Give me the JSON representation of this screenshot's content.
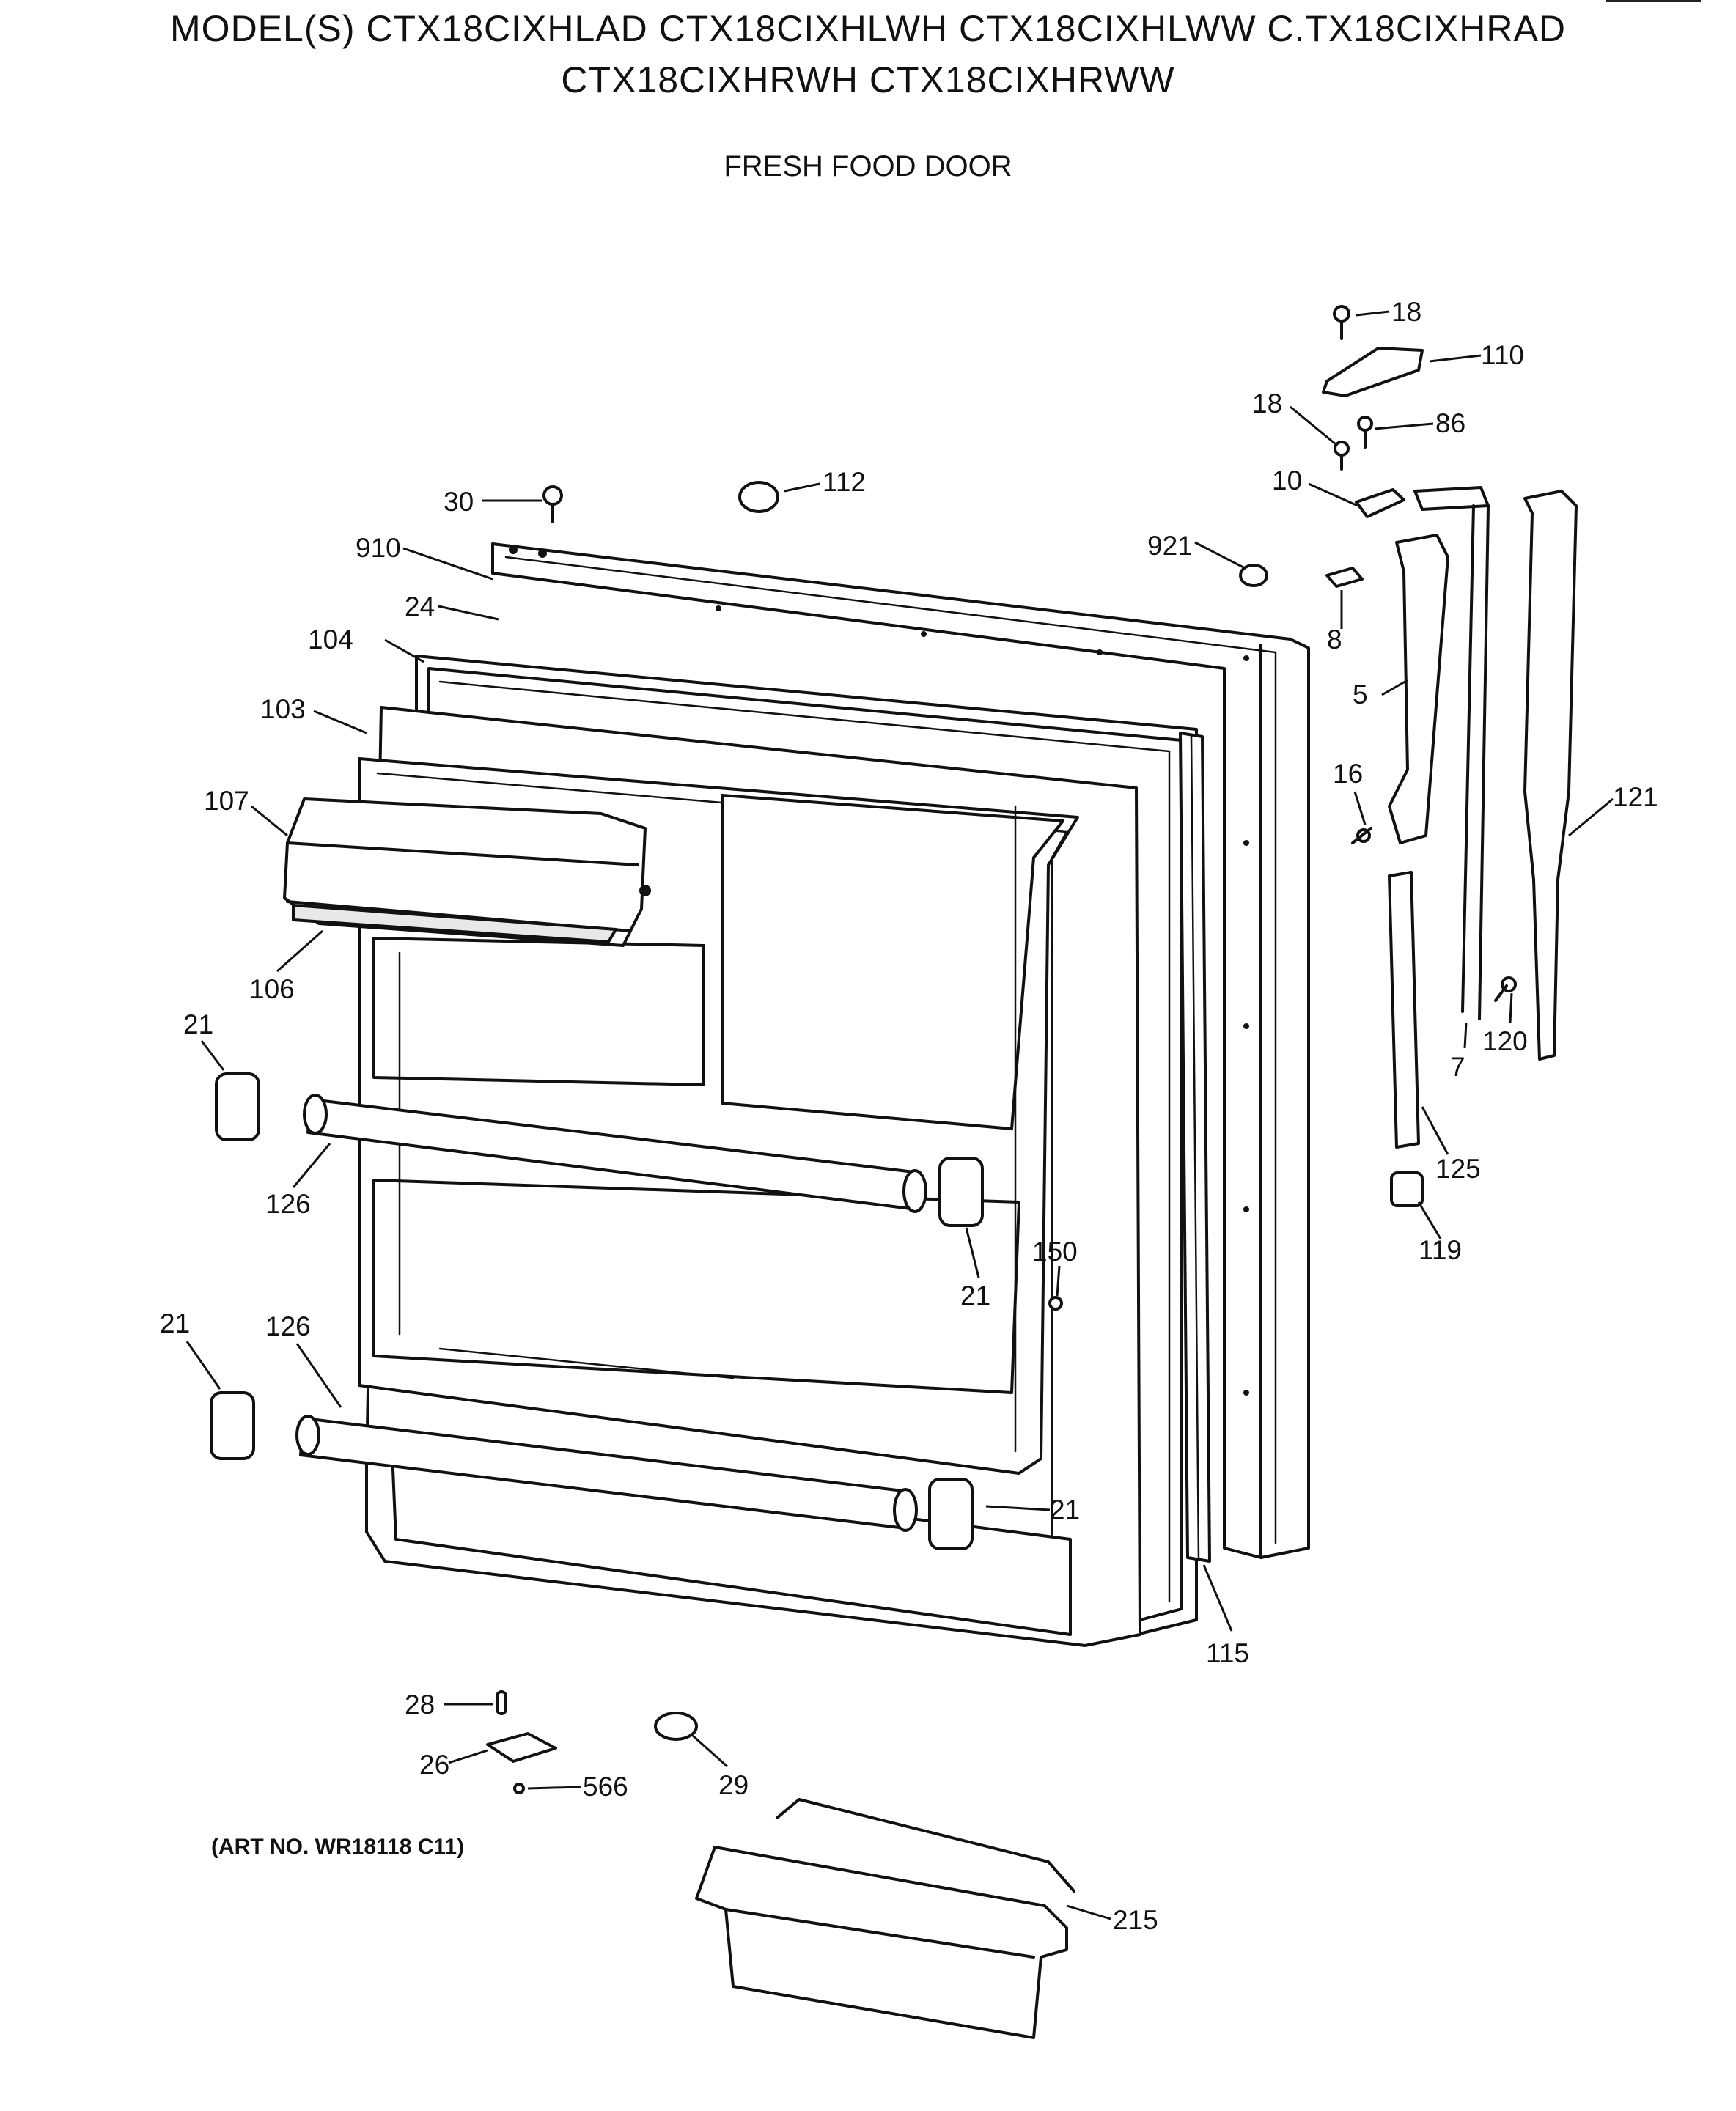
{
  "header": {
    "models_line1": "MODEL(S) CTX18CIXHLAD  CTX18CIXHLWH  CTX18CIXHLWW  C.TX18CIXHRAD",
    "models_line2": "CTX18CIXHRWH  CTX18CIXHRWW",
    "section_title": "FRESH FOOD DOOR"
  },
  "footer": {
    "art_number": "(ART NO. WR18118 C11)"
  },
  "parts": [
    {
      "id": "p18a",
      "label": "18"
    },
    {
      "id": "p110",
      "label": "110"
    },
    {
      "id": "p18b",
      "label": "18"
    },
    {
      "id": "p86",
      "label": "86"
    },
    {
      "id": "p10",
      "label": "10"
    },
    {
      "id": "p112",
      "label": "112"
    },
    {
      "id": "p30",
      "label": "30"
    },
    {
      "id": "p910",
      "label": "910"
    },
    {
      "id": "p921",
      "label": "921"
    },
    {
      "id": "p24",
      "label": "24"
    },
    {
      "id": "p8",
      "label": "8"
    },
    {
      "id": "p104",
      "label": "104"
    },
    {
      "id": "p5",
      "label": "5"
    },
    {
      "id": "p103",
      "label": "103"
    },
    {
      "id": "p16",
      "label": "16"
    },
    {
      "id": "p121",
      "label": "121"
    },
    {
      "id": "p107",
      "label": "107"
    },
    {
      "id": "p106",
      "label": "106"
    },
    {
      "id": "p21a",
      "label": "21"
    },
    {
      "id": "p120",
      "label": "120"
    },
    {
      "id": "p7",
      "label": "7"
    },
    {
      "id": "p125",
      "label": "125"
    },
    {
      "id": "p126a",
      "label": "126"
    },
    {
      "id": "p119",
      "label": "119"
    },
    {
      "id": "p150",
      "label": "150"
    },
    {
      "id": "p21b",
      "label": "21"
    },
    {
      "id": "p21c",
      "label": "21"
    },
    {
      "id": "p126b",
      "label": "126"
    },
    {
      "id": "p21d",
      "label": "21"
    },
    {
      "id": "p115",
      "label": "115"
    },
    {
      "id": "p28",
      "label": "28"
    },
    {
      "id": "p26",
      "label": "26"
    },
    {
      "id": "p566",
      "label": "566"
    },
    {
      "id": "p29",
      "label": "29"
    },
    {
      "id": "p215",
      "label": "215"
    }
  ]
}
